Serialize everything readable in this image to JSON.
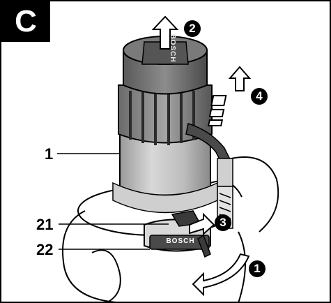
{
  "figure": {
    "letter": "C"
  },
  "callouts": {
    "motor_housing": "1",
    "release_lever": "21",
    "clamp_lever": "22"
  },
  "steps": {
    "one": "1",
    "two": "2",
    "three": "3",
    "four": "4"
  },
  "brand": {
    "logo_top": "BOSCH",
    "logo_clamp": "BOSCH"
  },
  "colors": {
    "motor_body": "#b9b9b9",
    "dark_parts": "#3a3a3a",
    "line": "#000000"
  }
}
